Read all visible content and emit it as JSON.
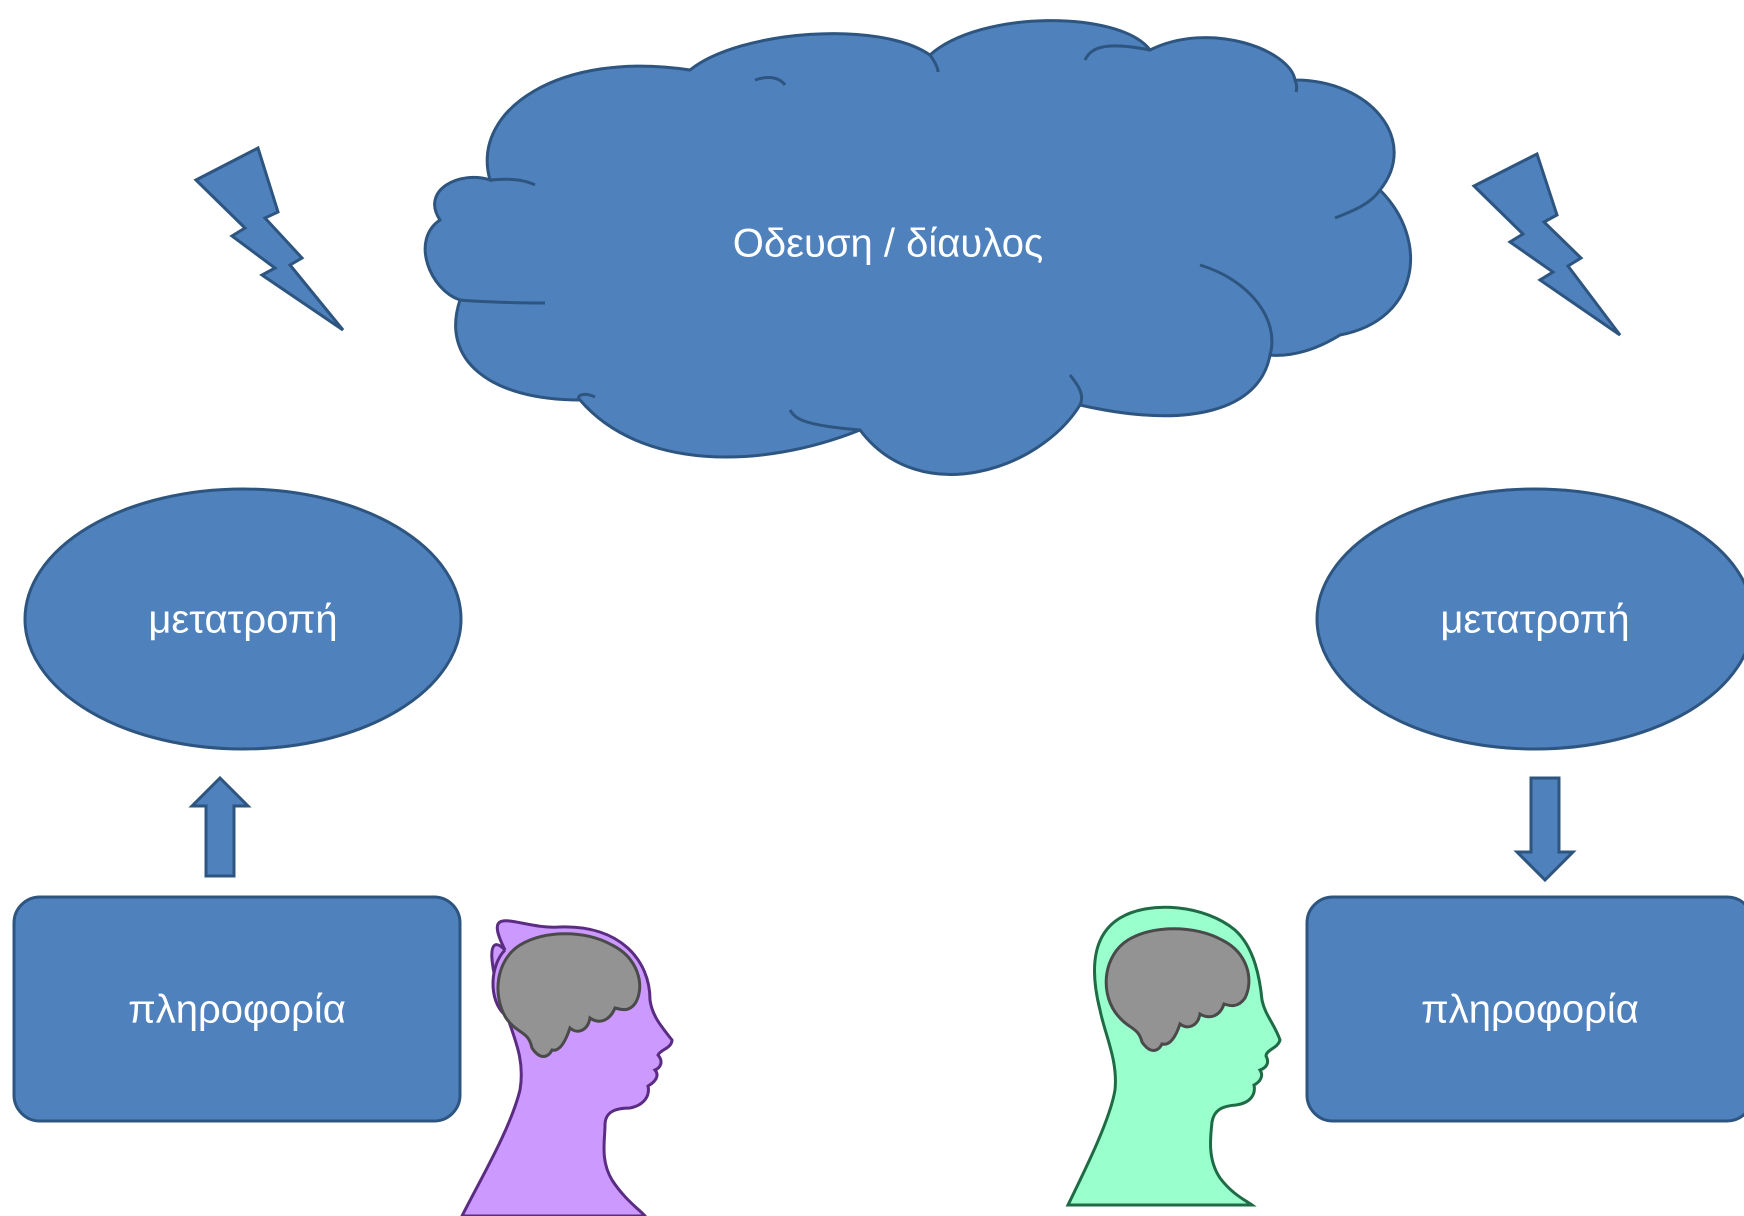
{
  "diagram": {
    "cloud": {
      "label": "Οδευση / δίαυλος"
    },
    "sender": {
      "ellipse_label": "μετατροπή",
      "box_label": "πληροφορία",
      "head_color": "#cc99ff"
    },
    "receiver": {
      "ellipse_label": "μετατροπή",
      "box_label": "πληροφορία",
      "head_color": "#99ffcc"
    },
    "colors": {
      "shape_fill": "#4f81bd",
      "shape_stroke": "#2d5580",
      "brain_fill": "#939393",
      "brain_stroke": "#4a4a4a"
    },
    "icons": [
      "lightning-bolt-icon",
      "arrow-up-icon",
      "arrow-down-icon",
      "head-silhouette-icon",
      "brain-icon"
    ]
  }
}
